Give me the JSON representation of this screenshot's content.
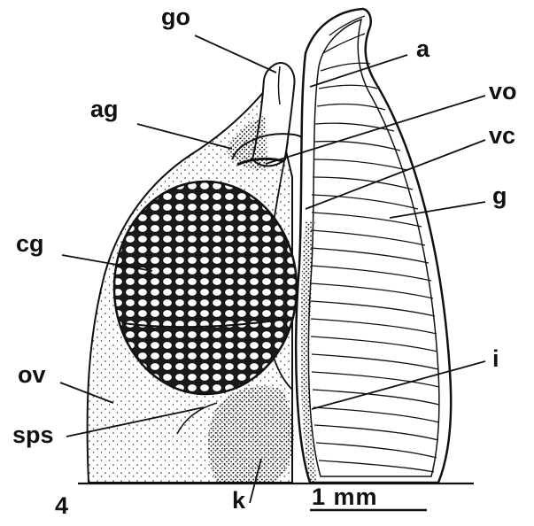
{
  "figure_number": "4",
  "scale_bar": {
    "text": "1 mm"
  },
  "labels": {
    "go": "go",
    "a": "a",
    "ag": "ag",
    "vo": "vo",
    "vc": "vc",
    "g": "g",
    "cg": "cg",
    "ov": "ov",
    "i": "i",
    "sps": "sps",
    "k": "k"
  },
  "colors": {
    "ink": "#111111",
    "paper": "#ffffff"
  }
}
